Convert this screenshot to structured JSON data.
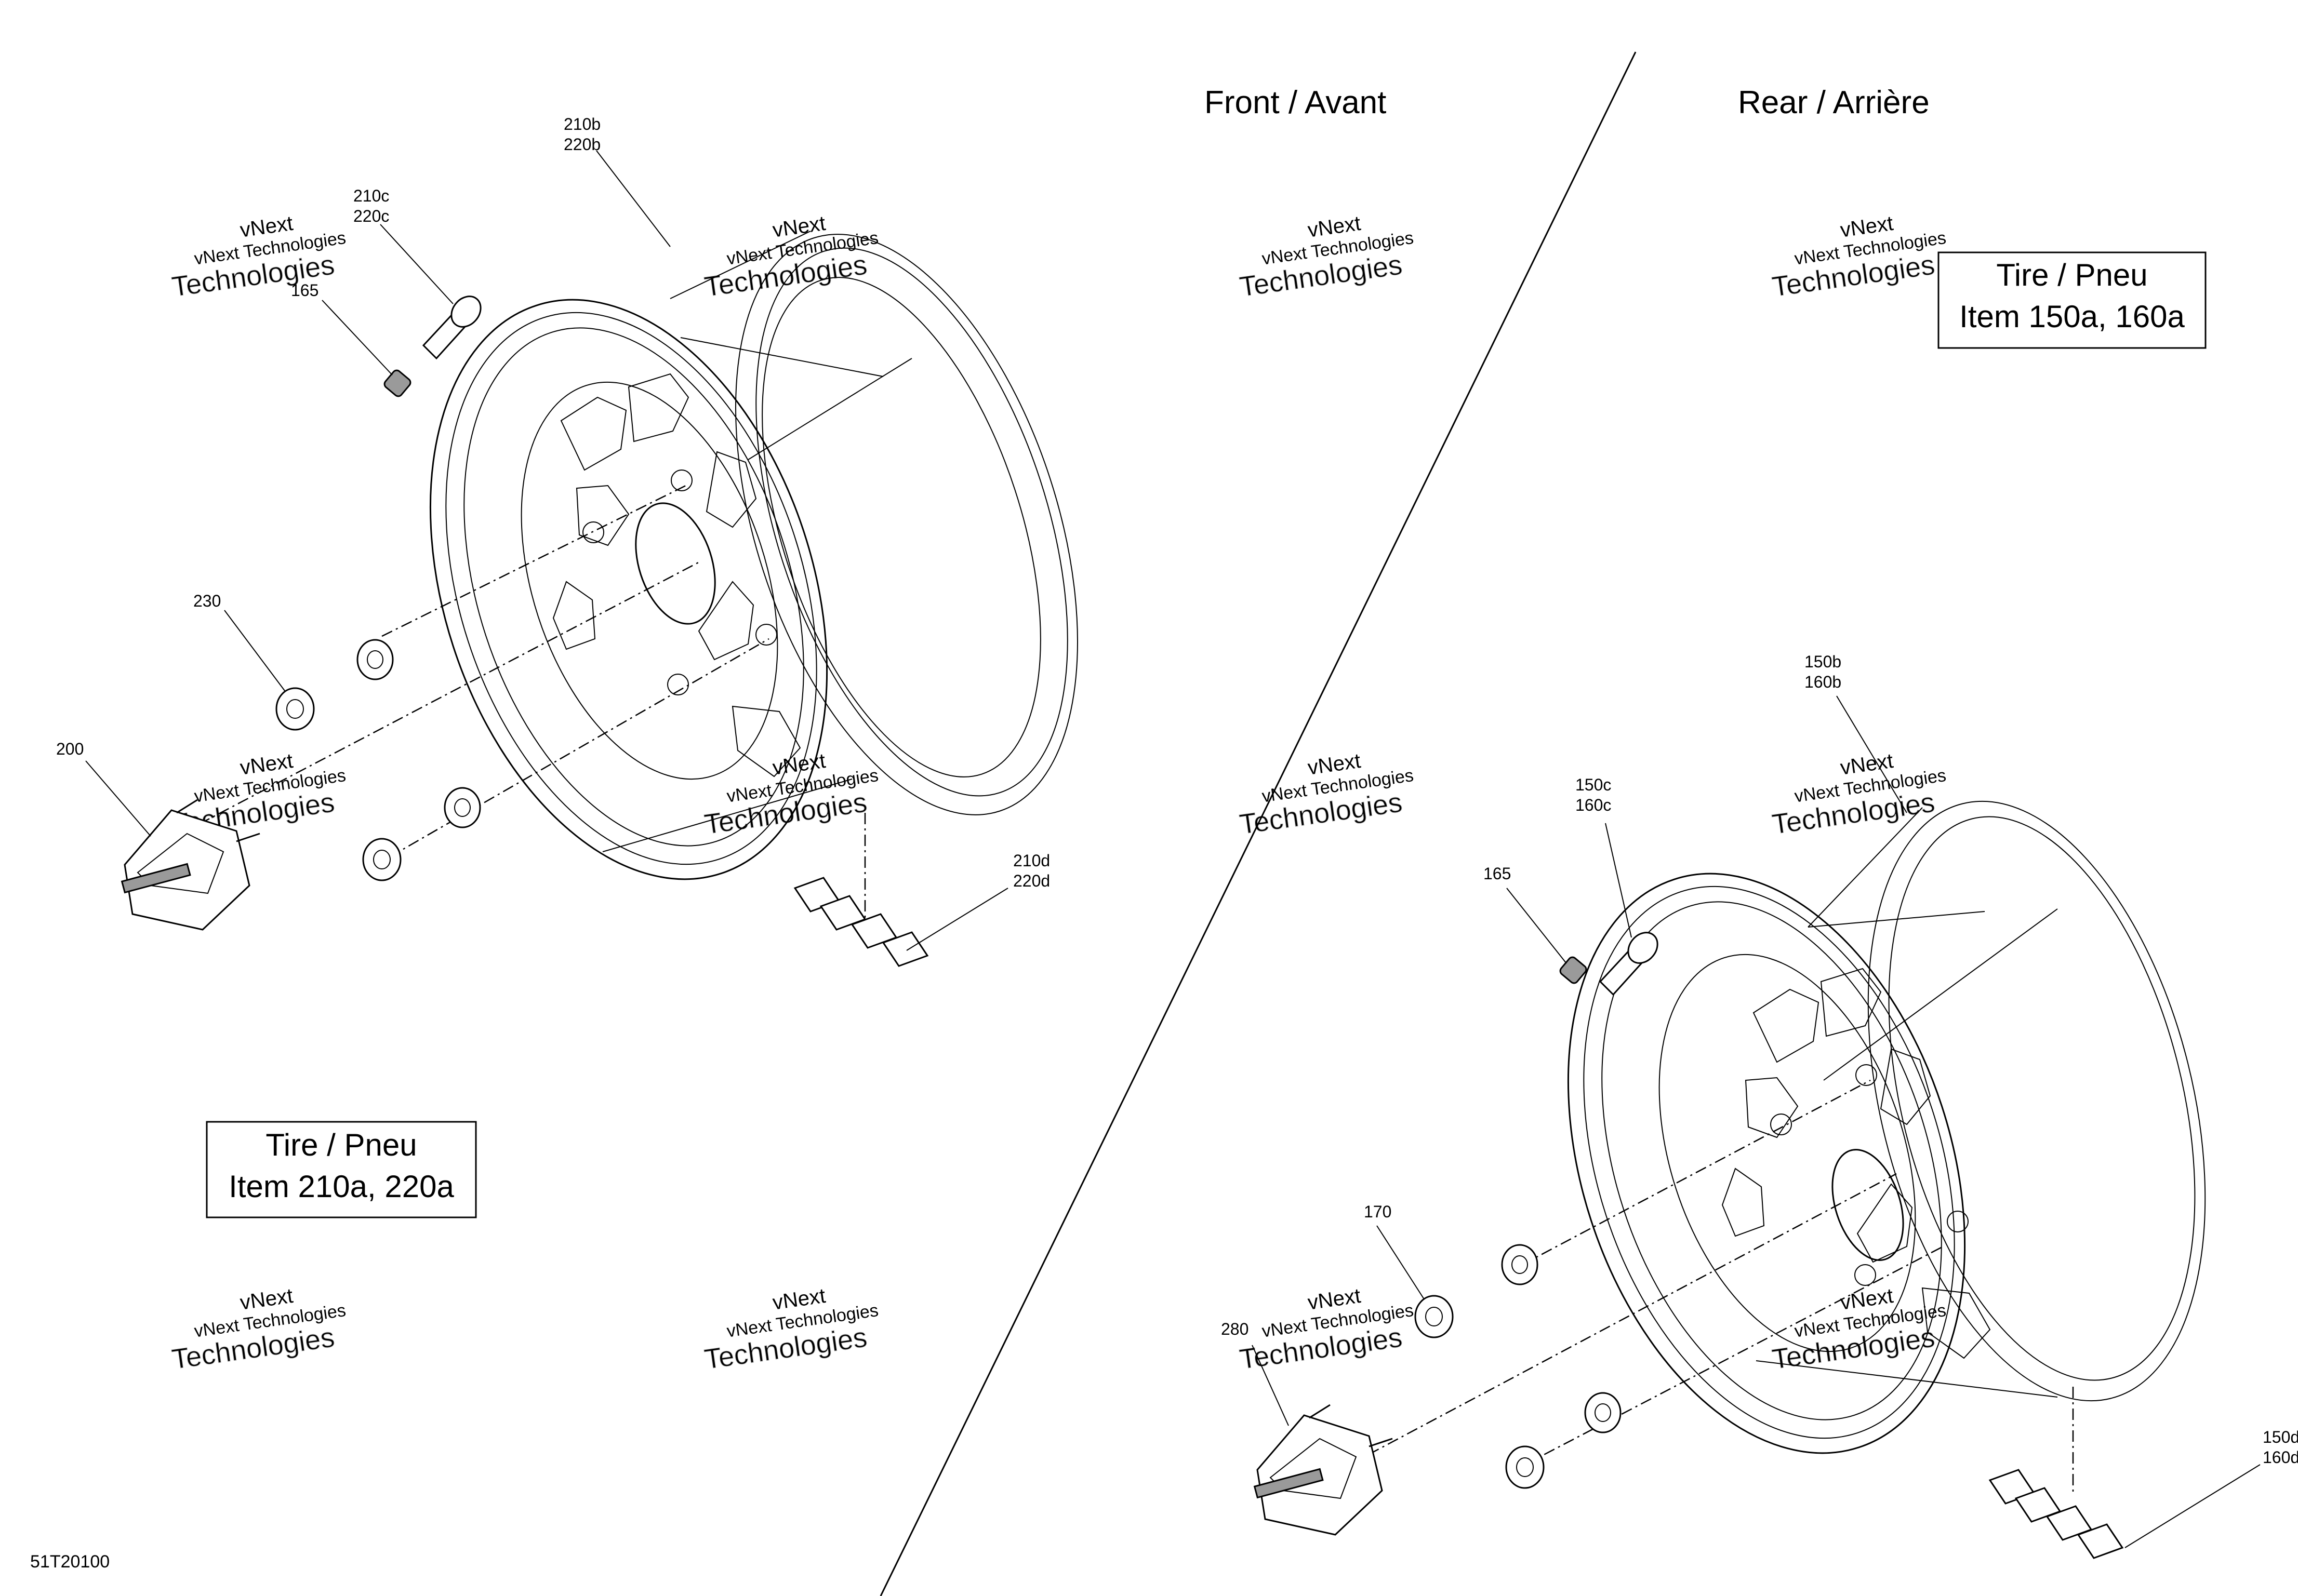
{
  "sections": {
    "front": "Front / Avant",
    "rear": "Rear / Arrière"
  },
  "tire_boxes": {
    "front": {
      "line1": "Tire / Pneu",
      "line2": "Item 210a, 220a"
    },
    "rear": {
      "line1": "Tire / Pneu",
      "line2": "Item 150a, 160a"
    }
  },
  "callouts": {
    "front": {
      "rim": [
        "210b",
        "220b"
      ],
      "valve": [
        "210c",
        "220c"
      ],
      "valve_cap": "165",
      "lug_nut": "230",
      "hub_cap": "200",
      "weight": [
        "210d",
        "220d"
      ]
    },
    "rear": {
      "rim": [
        "150b",
        "160b"
      ],
      "valve": [
        "150c",
        "160c"
      ],
      "valve_cap": "165",
      "lug_nut": "170",
      "hub_cap": "280",
      "weight": [
        "150d",
        "160d"
      ]
    }
  },
  "watermark": {
    "line_a": "vNext",
    "line_b": "vNext Technologies",
    "line_c": "Technologies"
  },
  "reference": "51T20100"
}
